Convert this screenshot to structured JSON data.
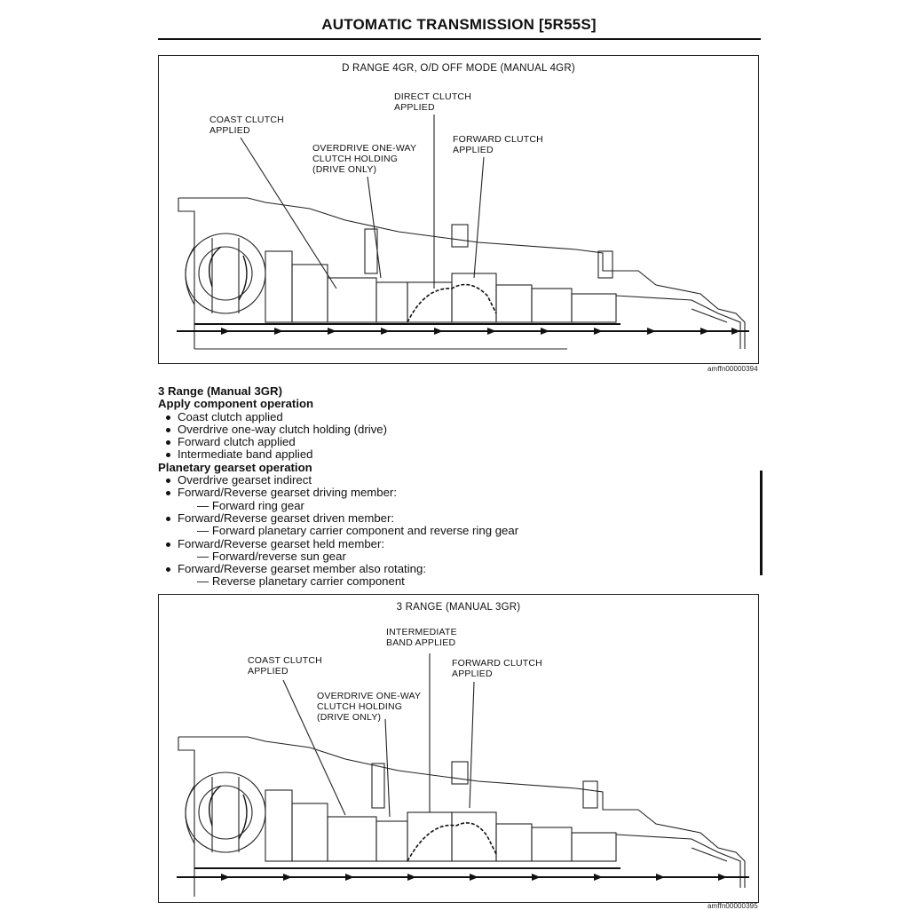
{
  "header": {
    "title": "AUTOMATIC TRANSMISSION [5R55S]"
  },
  "figure1": {
    "caption": "D RANGE 4GR, O/D OFF MODE (MANUAL 4GR)",
    "callouts": {
      "coast": "COAST CLUTCH\nAPPLIED",
      "owc": "OVERDRIVE ONE-WAY\nCLUTCH HOLDING\n(DRIVE ONLY)",
      "direct": "DIRECT CLUTCH\nAPPLIED",
      "forward": "FORWARD CLUTCH\nAPPLIED"
    },
    "id": "amffn00000394"
  },
  "section": {
    "title": "3 Range (Manual 3GR)",
    "apply_heading": "Apply component operation",
    "apply_items": [
      "Coast clutch applied",
      "Overdrive one-way clutch holding (drive)",
      "Forward clutch applied",
      "Intermediate band applied"
    ],
    "planetary_heading": "Planetary gearset operation",
    "planetary_items": [
      {
        "text": "Overdrive gearset indirect",
        "sub": ""
      },
      {
        "text": "Forward/Reverse gearset driving member:",
        "sub": "— Forward ring gear"
      },
      {
        "text": "Forward/Reverse gearset driven member:",
        "sub": "— Forward planetary carrier component and reverse ring gear"
      },
      {
        "text": "Forward/Reverse gearset held member:",
        "sub": "— Forward/reverse sun gear"
      },
      {
        "text": "Forward/Reverse gearset member also rotating:",
        "sub": "— Reverse planetary carrier component"
      }
    ]
  },
  "figure2": {
    "caption": "3 RANGE (MANUAL 3GR)",
    "callouts": {
      "coast": "COAST CLUTCH\nAPPLIED",
      "owc": "OVERDRIVE ONE-WAY\nCLUTCH HOLDING\n(DRIVE ONLY)",
      "band": "INTERMEDIATE\nBAND APPLIED",
      "forward": "FORWARD CLUTCH\nAPPLIED"
    },
    "id": "amffn00000395"
  }
}
